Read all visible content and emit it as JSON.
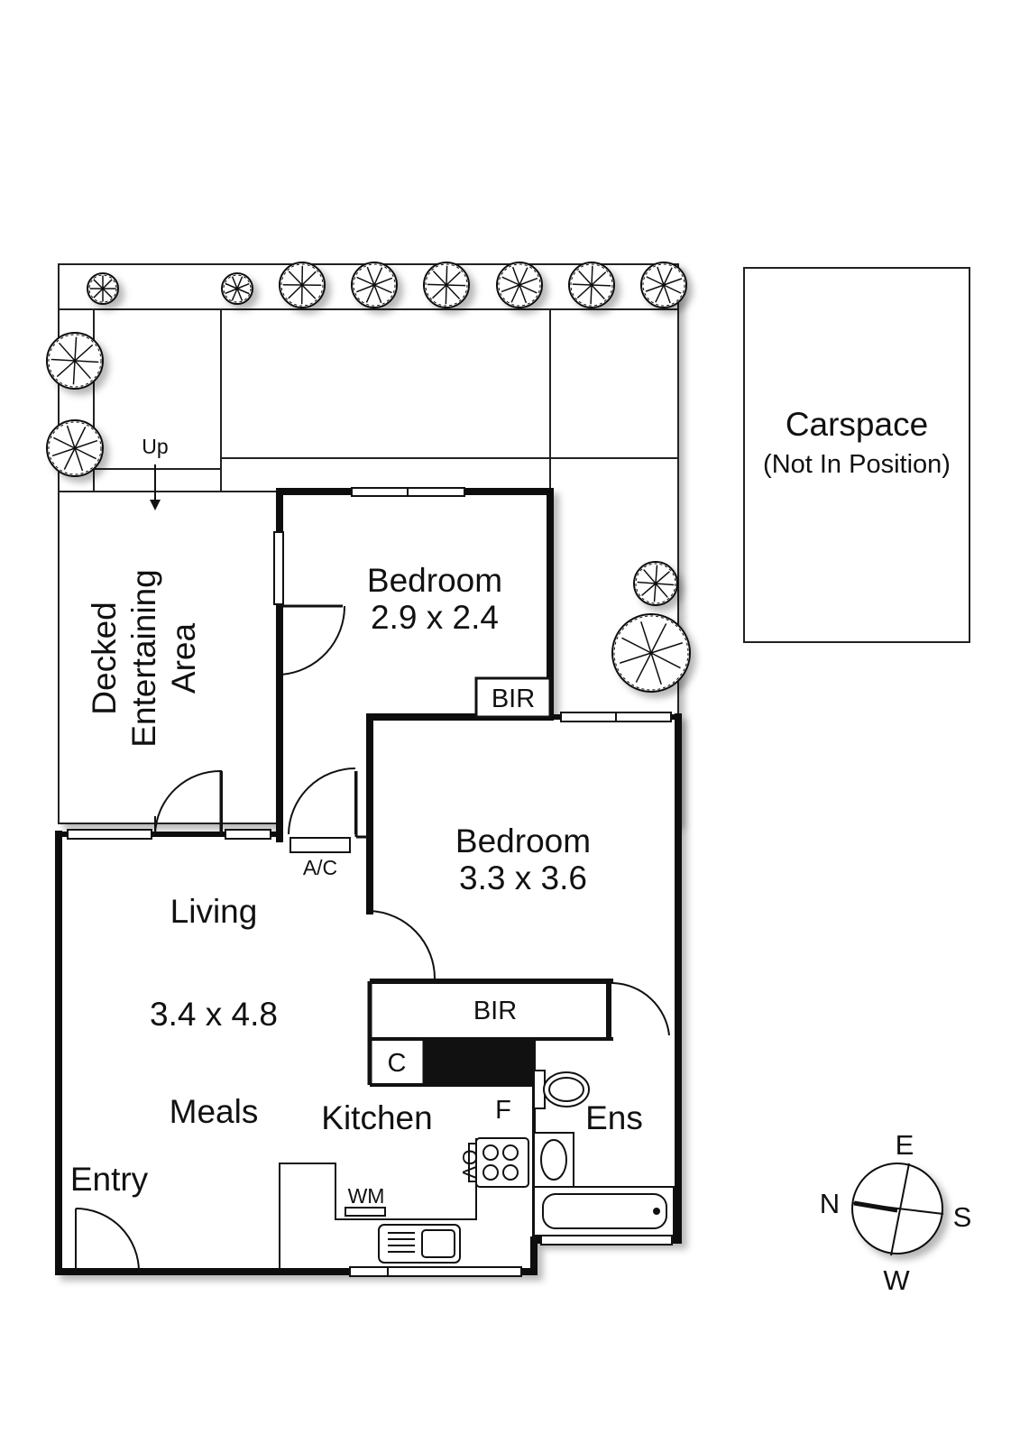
{
  "labels": {
    "up": "Up",
    "decked_line1": "Decked",
    "decked_line2": "Entertaining",
    "decked_line3": "Area",
    "bedroom1_name": "Bedroom",
    "bedroom1_size": "2.9 x 2.4",
    "bir1": "BIR",
    "bedroom2_name": "Bedroom",
    "bedroom2_size": "3.3 x 3.6",
    "ac": "A/C",
    "living": "Living",
    "living_size": "3.4 x 4.8",
    "meals": "Meals",
    "bir2": "BIR",
    "cupboard": "C",
    "kitchen": "Kitchen",
    "fridge": "F",
    "oven": "OV",
    "washing_machine": "WM",
    "ensuite": "Ens",
    "entry": "Entry",
    "carspace": "Carspace",
    "carspace_note": "(Not In Position)"
  },
  "compass": {
    "north": "N",
    "east": "E",
    "south": "S",
    "west": "W"
  },
  "colors": {
    "wall": "#111111",
    "line": "#222222",
    "shadow": "#bdbdbd"
  }
}
